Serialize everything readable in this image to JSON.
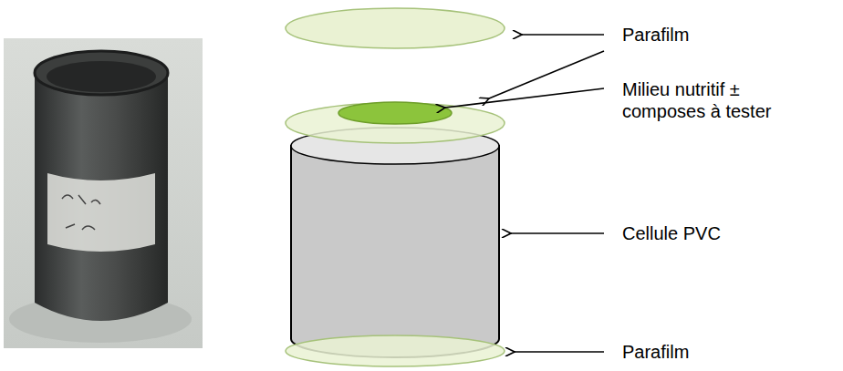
{
  "diagram": {
    "labels": [
      "Parafilm",
      "Milieu nutritif ± composes à tester",
      "Cellule PVC",
      "Parafilm"
    ]
  }
}
